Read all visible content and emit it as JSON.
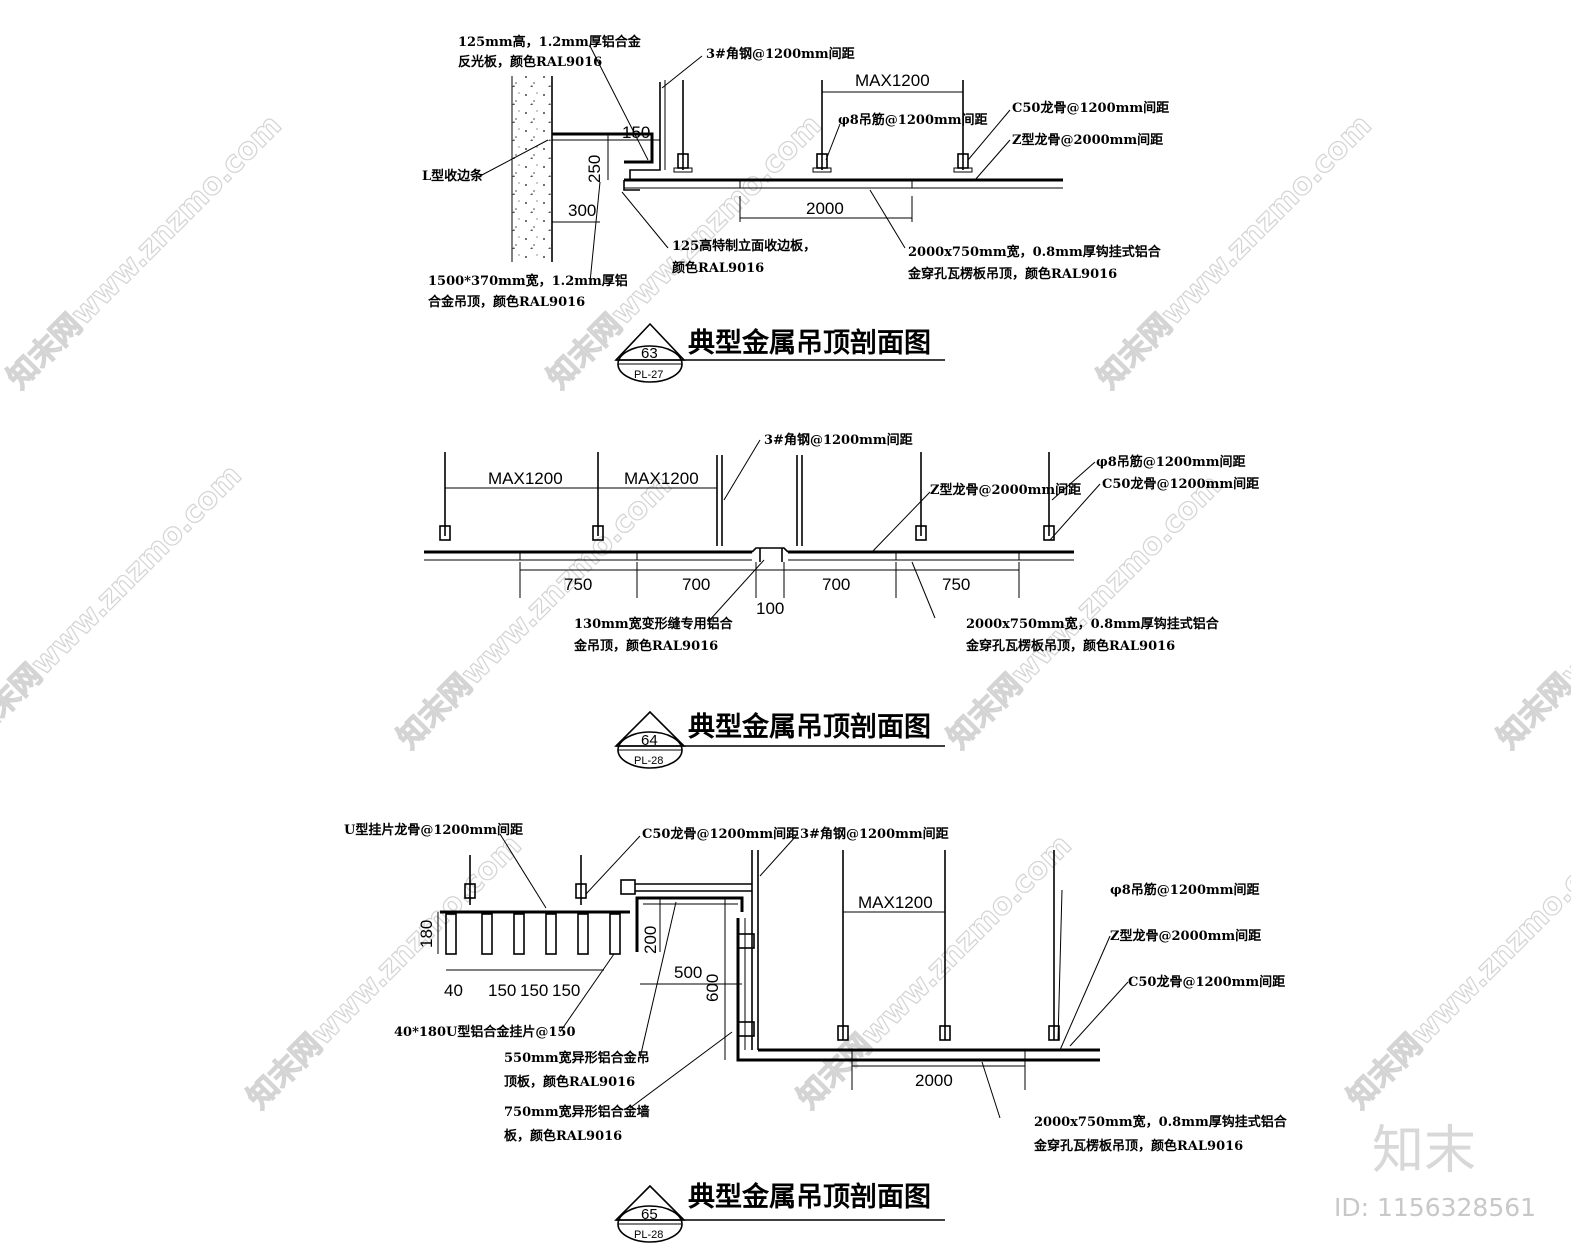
{
  "watermark": {
    "site_text": "知末网www.znzmo.com",
    "logo": "知末",
    "id": "ID: 1156328561"
  },
  "d63": {
    "num": "63",
    "ref": "PL-27",
    "title": "典型金属吊顶剖面图",
    "dims": {
      "max": "MAX1200",
      "d150": "150",
      "d250": "250",
      "d300": "300",
      "d2000": "2000"
    },
    "notes": {
      "reflector_1": "125mm高，1.2mm厚铝合金",
      "reflector_2": "反光板，颜色RAL9016",
      "angle_steel": "3#角钢@1200mm间距",
      "rod": "φ8吊筋@1200mm间距",
      "c50": "C50龙骨@1200mm间距",
      "z_keel": "Z型龙骨@2000mm间距",
      "l_trim": "L型收边条",
      "edge_1": "125高特制立面收边板，",
      "edge_2": "颜色RAL9016",
      "panel_1": "2000x750mm宽，0.8mm厚钩挂式铝合",
      "panel_2": "金穿孔瓦楞板吊顶，颜色RAL9016",
      "ceiling_1": "1500*370mm宽，1.2mm厚铝",
      "ceiling_2": "合金吊顶，颜色RAL9016"
    }
  },
  "d64": {
    "num": "64",
    "ref": "PL-28",
    "title": "典型金属吊顶剖面图",
    "dims": {
      "max_a": "MAX1200",
      "max_b": "MAX1200",
      "d750a": "750",
      "d700a": "700",
      "d100": "100",
      "d700b": "700",
      "d750b": "750"
    },
    "notes": {
      "angle_steel": "3#角钢@1200mm间距",
      "rod": "φ8吊筋@1200mm间距",
      "z_keel": "Z型龙骨@2000mm间距",
      "c50": "C50龙骨@1200mm间距",
      "joint_1": "130mm宽变形缝专用铝合",
      "joint_2": "金吊顶，颜色RAL9016",
      "panel_1": "2000x750mm宽，0.8mm厚钩挂式铝合",
      "panel_2": "金穿孔瓦楞板吊顶，颜色RAL9016"
    }
  },
  "d65": {
    "num": "65",
    "ref": "PL-28",
    "title": "典型金属吊顶剖面图",
    "dims": {
      "d180": "180",
      "d40": "40",
      "d150a": "150",
      "d150b": "150",
      "d150c": "150",
      "d200": "200",
      "d500": "500",
      "d600": "600",
      "max": "MAX1200",
      "d2000": "2000"
    },
    "notes": {
      "u_keel": "U型挂片龙骨@1200mm间距",
      "c50_a": "C50龙骨@1200mm间距",
      "angle_steel": "3#角钢@1200mm间距",
      "rod": "φ8吊筋@1200mm间距",
      "z_keel": "Z型龙骨@2000mm间距",
      "c50_b": "C50龙骨@1200mm间距",
      "baffle": "40*180U型铝合金挂片@150",
      "special_1": "550mm宽异形铝合金吊",
      "special_2": "顶板，颜色RAL9016",
      "wall_1": "750mm宽异形铝合金墙",
      "wall_2": "板，颜色RAL9016",
      "panel_1": "2000x750mm宽，0.8mm厚钩挂式铝合",
      "panel_2": "金穿孔瓦楞板吊顶，颜色RAL9016"
    }
  }
}
